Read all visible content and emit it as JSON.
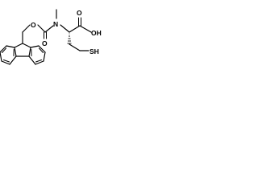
{
  "molecule": {
    "atom_labels": {
      "ester_oxygen": "O",
      "carbonyl_oxygen": "O",
      "nitrogen": "N",
      "acid_carbonyl_oxygen": "O",
      "hydroxyl": "OH",
      "thiol": "SH"
    }
  }
}
